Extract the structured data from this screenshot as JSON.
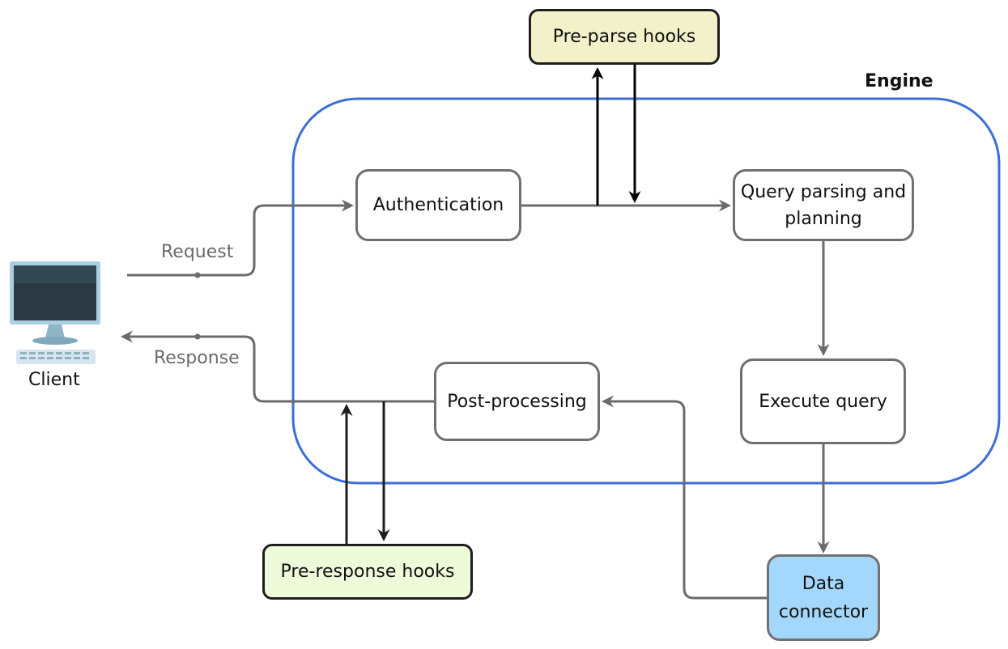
{
  "engine": {
    "title": "Engine",
    "border_color": "#3c6fd6"
  },
  "client": {
    "label": "Client"
  },
  "edges": {
    "request": "Request",
    "response": "Response"
  },
  "nodes": {
    "authentication": "Authentication",
    "query_parsing": "Query parsing and planning",
    "execute_query": "Execute query",
    "post_processing": "Post-processing",
    "data_connector": "Data connector",
    "pre_parse_hooks": "Pre-parse hooks",
    "pre_response_hooks": "Pre-response hooks"
  },
  "colors": {
    "node_border": "#707070",
    "arrow_grey": "#6b6b6b",
    "arrow_dark": "#1e1e1e",
    "pre_parse_fill": "#f3f1c9",
    "pre_response_fill": "#edfbd9",
    "data_connector_fill": "#a3d8fc"
  }
}
